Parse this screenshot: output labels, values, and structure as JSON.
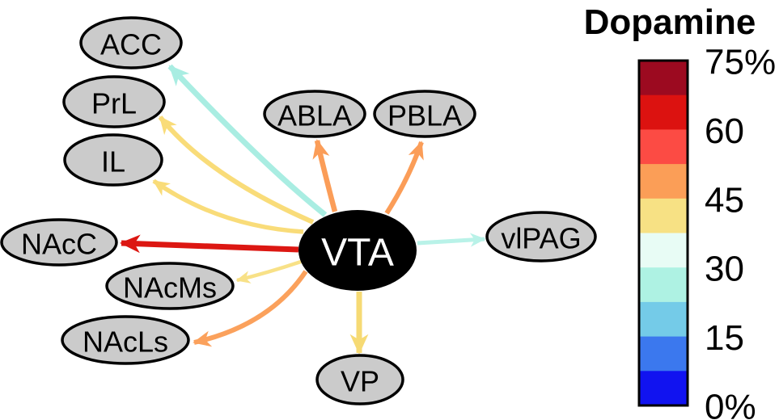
{
  "figure": {
    "background": "#ffffff",
    "node_style": {
      "fill": "#cbcbcb",
      "stroke": "#000000"
    },
    "center_node": {
      "id": "VTA",
      "label": "VTA",
      "fill": "#000000",
      "text_color": "#ffffff"
    },
    "nodes": [
      {
        "id": "ACC",
        "label": "ACC"
      },
      {
        "id": "PrL",
        "label": "PrL"
      },
      {
        "id": "IL",
        "label": "IL"
      },
      {
        "id": "NAcC",
        "label": "NAcC"
      },
      {
        "id": "NAcMs",
        "label": "NAcMs"
      },
      {
        "id": "NAcLs",
        "label": "NAcLs"
      },
      {
        "id": "ABLA",
        "label": "ABLA"
      },
      {
        "id": "PBLA",
        "label": "PBLA"
      },
      {
        "id": "vlPAG",
        "label": "vlPAG"
      },
      {
        "id": "VP",
        "label": "VP"
      }
    ],
    "edges": [
      {
        "source": "VTA",
        "target": "ACC",
        "color": "#a9ede2"
      },
      {
        "source": "VTA",
        "target": "PrL",
        "color": "#f9dc79"
      },
      {
        "source": "VTA",
        "target": "IL",
        "color": "#f9dc79"
      },
      {
        "source": "VTA",
        "target": "NAcC",
        "color": "#dc1712"
      },
      {
        "source": "VTA",
        "target": "NAcMs",
        "color": "#f8e187"
      },
      {
        "source": "VTA",
        "target": "NAcLs",
        "color": "#fba15c"
      },
      {
        "source": "VTA",
        "target": "ABLA",
        "color": "#fb9d58"
      },
      {
        "source": "VTA",
        "target": "PBLA",
        "color": "#fb9d58"
      },
      {
        "source": "VTA",
        "target": "vlPAG",
        "color": "#b9f2e8"
      },
      {
        "source": "VTA",
        "target": "VP",
        "color": "#f6da74"
      }
    ],
    "colorbar": {
      "title": "Dopamine",
      "tick_labels": [
        "75%",
        "60",
        "45",
        "30",
        "15",
        "0%"
      ],
      "segments_top_to_bottom": [
        "#9c0a20",
        "#dc1210",
        "#fc4b44",
        "#fb9e57",
        "#f7e184",
        "#e8fcf5",
        "#aef2e3",
        "#74cbe8",
        "#3b78ee",
        "#1113f0"
      ]
    }
  }
}
